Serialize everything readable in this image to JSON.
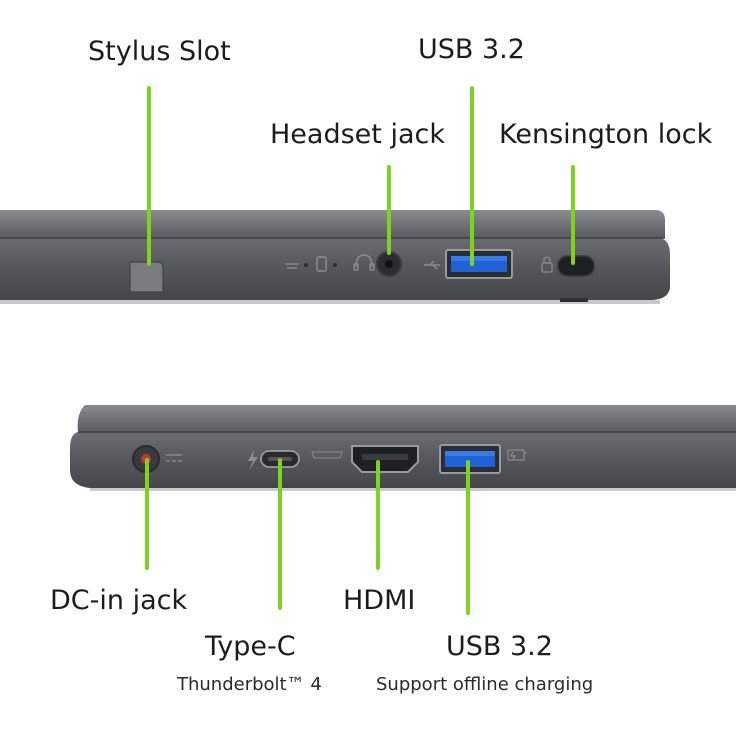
{
  "colors": {
    "callout_line": "#7ed321",
    "chassis_dark": "#4a4b4f",
    "chassis_mid": "#5e5f63",
    "chassis_light": "#7a7b80",
    "usb_blue": "#1f63d6",
    "dc_red": "#c0392b"
  },
  "top_side": {
    "labels": {
      "stylus_slot": "Stylus Slot",
      "usb": "USB 3.2",
      "headset_jack": "Headset jack",
      "kensington_lock": "Kensington lock"
    },
    "icons": [
      "power-indicator-icon",
      "battery-indicator-icon",
      "headset-icon",
      "usb-icon",
      "lock-icon"
    ]
  },
  "bottom_side": {
    "labels": {
      "dc_in": "DC-in jack",
      "type_c": "Type-C",
      "type_c_sub": "Thunderbolt™ 4",
      "hdmi": "HDMI",
      "usb": "USB 3.2",
      "usb_sub": "Support offline charging"
    },
    "icons": [
      "dc-power-icon",
      "thunderbolt-icon",
      "hdmi-icon",
      "usb-charging-icon"
    ]
  }
}
